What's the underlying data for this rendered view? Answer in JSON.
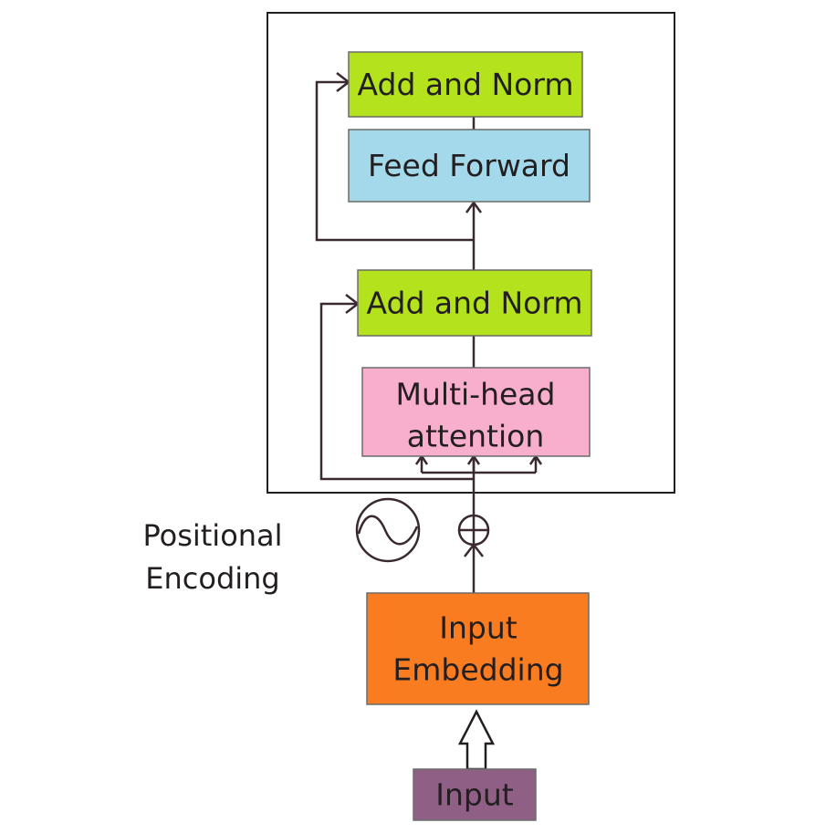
{
  "blocks": {
    "add_norm_top": {
      "label": "Add and Norm",
      "color": "#b4e21c"
    },
    "feed_forward": {
      "label": "Feed Forward",
      "color": "#a3d9ea"
    },
    "add_norm_bottom": {
      "label": "Add and Norm",
      "color": "#b4e21c"
    },
    "multi_head_attention": {
      "line1": "Multi-head",
      "line2": "attention",
      "color": "#f8afcd"
    },
    "input_embedding": {
      "line1": "Input",
      "line2": "Embedding",
      "color": "#f97d20"
    },
    "input": {
      "label": "Input",
      "color": "#8f5f86"
    }
  },
  "positional_encoding": {
    "line1": "Positional",
    "line2": "Encoding"
  },
  "icons": {
    "sine_wave": "sine-wave-icon",
    "add": "circled-plus-icon"
  }
}
